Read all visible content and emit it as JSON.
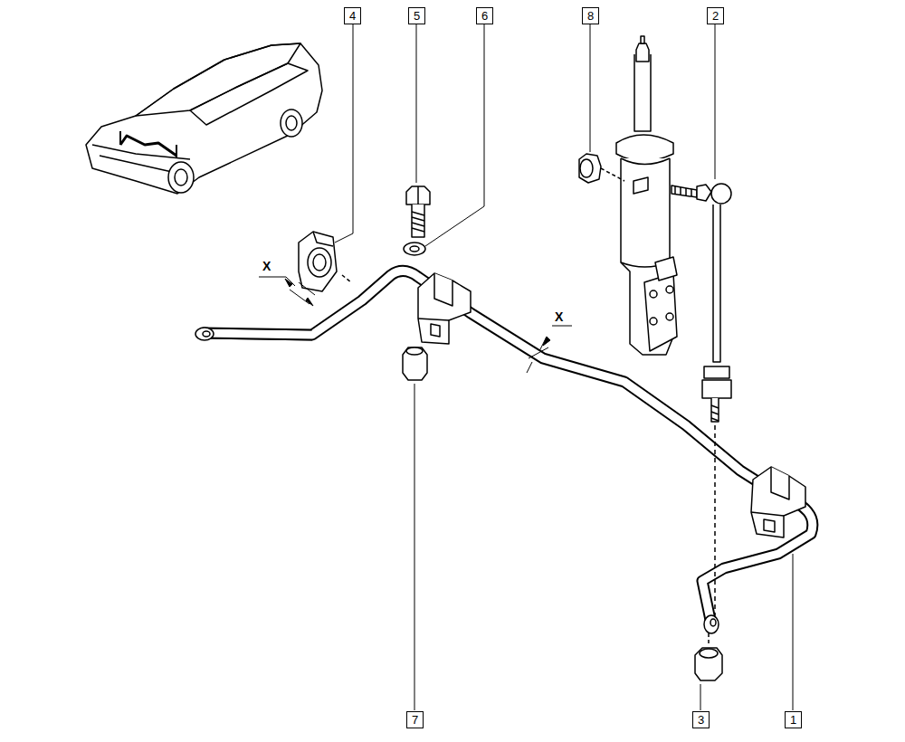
{
  "diagram": {
    "nodes": [
      {
        "text": [
          "4"
        ]
      },
      {
        "text": [
          "5"
        ]
      },
      {
        "text": [
          "6"
        ]
      },
      {
        "text": [
          "8"
        ]
      },
      {
        "text": [
          "2"
        ]
      },
      {
        "text": [
          "7"
        ]
      },
      {
        "text": [
          "3"
        ]
      },
      {
        "text": [
          "1"
        ]
      }
    ],
    "labels": [
      "X",
      "X"
    ]
  }
}
